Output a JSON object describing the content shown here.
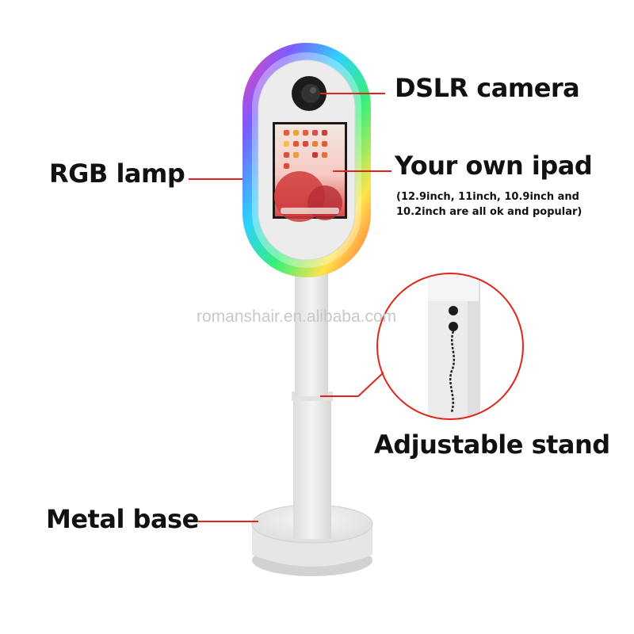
{
  "labels": {
    "dslr_camera": "DSLR camera",
    "rgb_lamp": "RGB lamp",
    "your_own_ipad": "Your own ipad",
    "ipad_sizes_line1": "(12.9inch, 11inch, 10.9inch and",
    "ipad_sizes_line2": "10.2inch are all ok and popular)",
    "adjustable_stand": "Adjustable stand",
    "metal_base": "Metal base"
  },
  "watermark": "romanshair.en.alibaba.com",
  "colors": {
    "callout_line": "#e0261c",
    "stand_body": "#eeeeee",
    "text": "#111111"
  }
}
